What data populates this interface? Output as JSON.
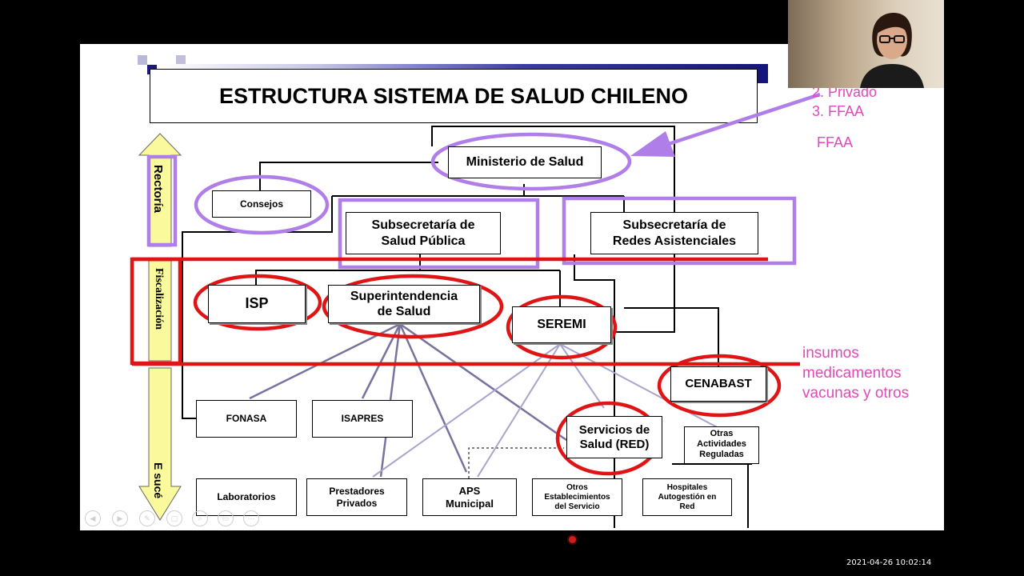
{
  "slide": {
    "title": "ESTRUCTURA SISTEMA DE SALUD CHILENO",
    "side_labels": {
      "rectoria": "Rectoría",
      "fiscalizacion": "Fiscalización",
      "ejecucion": "E\nsucé"
    },
    "boxes": {
      "ministerio": "Ministerio de Salud",
      "consejos": "Consejos",
      "subsec_salud_publica": "Subsecretaría de\nSalud Pública",
      "subsec_redes": "Subsecretaría de\nRedes Asistenciales",
      "isp": "ISP",
      "superintendencia": "Superintendencia\nde Salud",
      "seremi": "SEREMI",
      "cenabast": "CENABAST",
      "fonasa": "FONASA",
      "isapres": "ISAPRES",
      "servicios_salud": "Servicios de\nSalud (RED)",
      "otras_actividades": "Otras\nActividades\nReguladas",
      "laboratorios": "Laboratorios",
      "prestadores": "Prestadores\nPrivados",
      "aps": "APS\nMunicipal",
      "otros_establecimientos": "Otros\nEstablecimientos\ndel Servicio",
      "hospitales": "Hospitales\nAutogestión en\nRed"
    }
  },
  "annotations": {
    "list": "2. Privado\n3. FFAA",
    "ffaa": "FFAA",
    "insumos": "insumos\nmedicamentos\nvacunas y otros",
    "annotation_color": "#e04ab8",
    "circle_purple": "#b07ee8",
    "circle_red": "#e01414"
  },
  "recording": {
    "timestamp": "2021-04-26 10:02:14"
  }
}
